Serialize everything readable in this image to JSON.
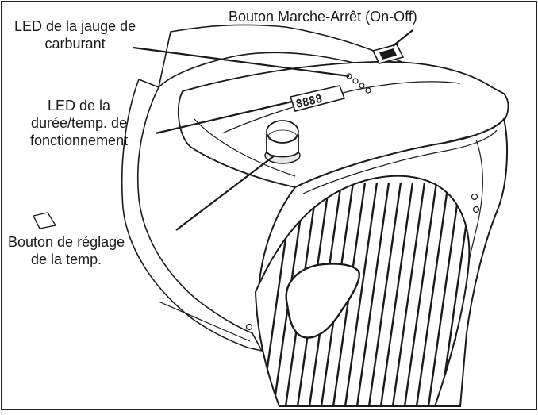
{
  "labels": {
    "fuel_gauge_led": [
      "LED de la jauge de",
      "carburant"
    ],
    "on_off_button": [
      "Bouton Marche-Arrêt (On-Off)"
    ],
    "runtime_temp_led": [
      "LED de la",
      "durée/temp. de",
      "fonctionnement"
    ],
    "temp_knob": [
      "Bouton de réglage",
      "de la temp."
    ]
  },
  "display": {
    "digits": "8888"
  },
  "colors": {
    "line": "#1a1a1a",
    "fill": "#ffffff",
    "shade": "#e9e9e9"
  },
  "icons": [
    "power-switch-icon",
    "led-display-icon",
    "indicator-led-icon",
    "knob-icon",
    "grille-icon",
    "foot-icon"
  ]
}
